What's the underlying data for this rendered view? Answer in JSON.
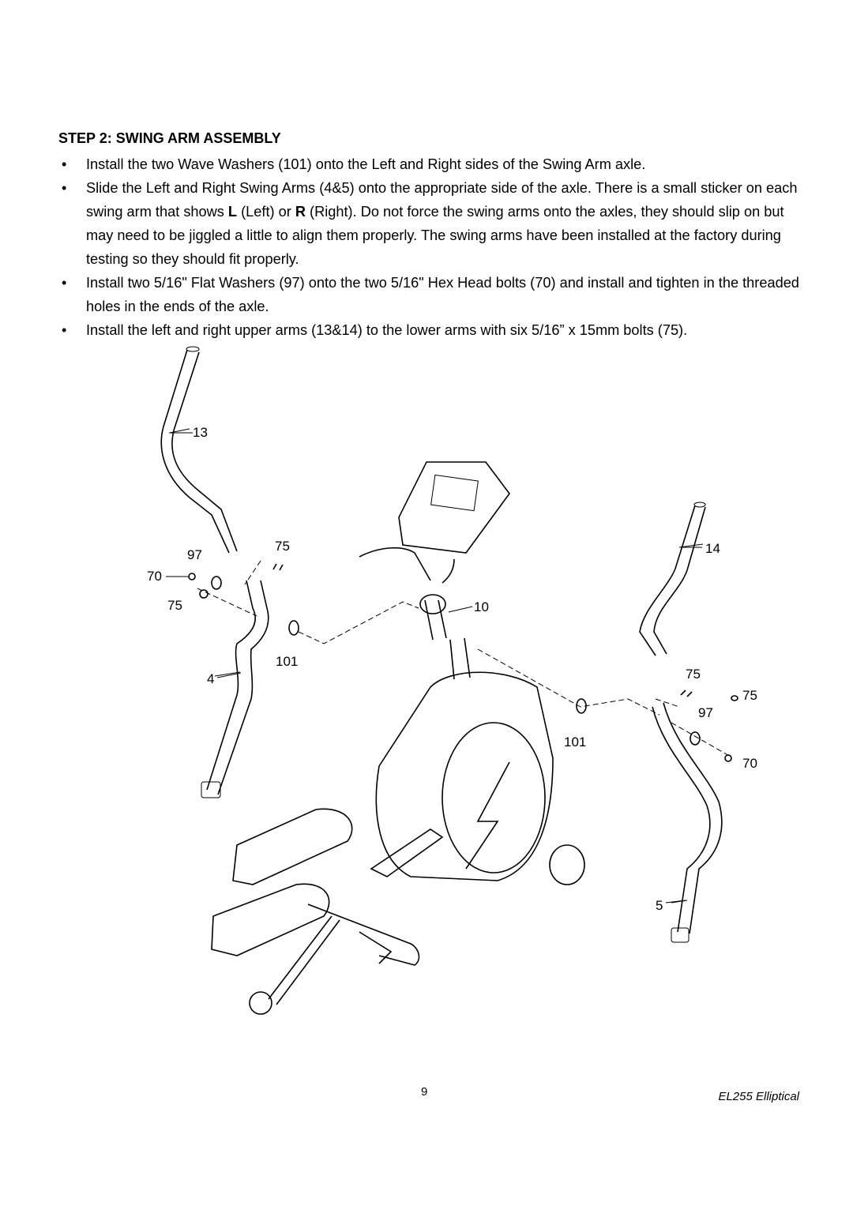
{
  "step": {
    "title": "STEP 2: SWING ARM ASSEMBLY"
  },
  "instructions": [
    {
      "segments": [
        "Install the two Wave Washers (101) onto the Left and Right sides of the Swing Arm axle."
      ]
    },
    {
      "segments": [
        "Slide the Left and Right Swing Arms (4&5) onto the appropriate side of the axle. There is a small sticker on each swing arm that shows ",
        "L",
        " (Left) or ",
        "R",
        " (Right). Do not force the swing arms onto the axles, they should slip on but may need to be jiggled a little to align them properly. The swing arms have been installed at the factory during testing so they should fit properly."
      ]
    },
    {
      "segments": [
        "Install two 5/16\" Flat Washers (97) onto the two 5/16\" Hex Head bolts (70) and install and tighten in the threaded holes in the ends of the axle."
      ]
    },
    {
      "segments": [
        "Install the left and right upper arms (13&14) to the lower arms with six 5/16” x 15mm bolts (75)."
      ]
    }
  ],
  "bullet_symbol": "•",
  "callouts": {
    "upper_left_arm": "13",
    "flat_washer_left": "97",
    "bolts_top_left": "75",
    "hex_bolt_left": "70",
    "bolt_left_lower": "75",
    "wave_washer_left": "101",
    "lower_left_arm": "4",
    "upper_right_arm": "14",
    "console_mast": "10",
    "bolts_right_inner": "75",
    "bolt_right_outer": "75",
    "flat_washer_right": "97",
    "wave_washer_right": "101",
    "hex_bolt_right": "70",
    "lower_right_arm": "5"
  },
  "footer": {
    "page_number": "9",
    "model": "EL255 Elliptical"
  }
}
